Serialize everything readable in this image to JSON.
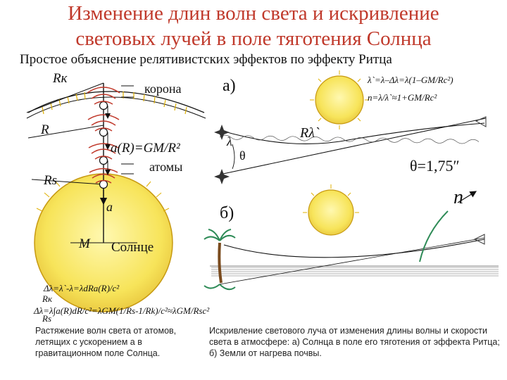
{
  "title_line1": "Изменение длин волн света и искривление",
  "title_line2": "световых лучей в поле тяготения Солнца",
  "subtitle": "Простое объяснение релятивистских эффектов по эффекту Ритца",
  "left_diagram": {
    "label_Rk": "Rк",
    "label_R": "R",
    "label_Rs": "Rs",
    "label_corona": "корона",
    "label_accel": "a(R)=GM/R²",
    "label_atoms": "атомы",
    "label_a": "a",
    "label_M": "M",
    "label_sun": "Солнце",
    "formula1": "Δλ=λ`-λ=λdRa(R)/c²",
    "formula2": "Δλ=λ∫a(R)dR/c²=λGM(1/Rs-1/Rk)/c²≈λGM/Rsc²",
    "integral_upper": "Rк",
    "integral_lower": "Rs"
  },
  "right_diagram": {
    "label_a": "а)",
    "label_b": "б)",
    "formula_lambda": "λ`=λ–Δλ=λ(1–GM/Rc²)",
    "formula_n": "n=λ/λ`≈1+GM/Rc²",
    "label_R_lambda": "Rλ`",
    "label_lambda": "λ",
    "label_theta": "θ",
    "theta_value": "θ=1,75″",
    "label_n": "n"
  },
  "caption_left": "Растяжение волн света от атомов, летящих с ускорением a в гравитационном поле Солнца.",
  "caption_right": "Искривление светового луча от изменения длины волны и скорости света в атмосфере: а) Солнца в поле его тяготения от эффекта Ритца; б) Земли от нагрева почвы.",
  "colors": {
    "title": "#c0392b",
    "sun_fill": "#f7e45a",
    "sun_stroke": "#d4a017",
    "wave_red": "#c0392b",
    "plant_green": "#2e8b57"
  }
}
